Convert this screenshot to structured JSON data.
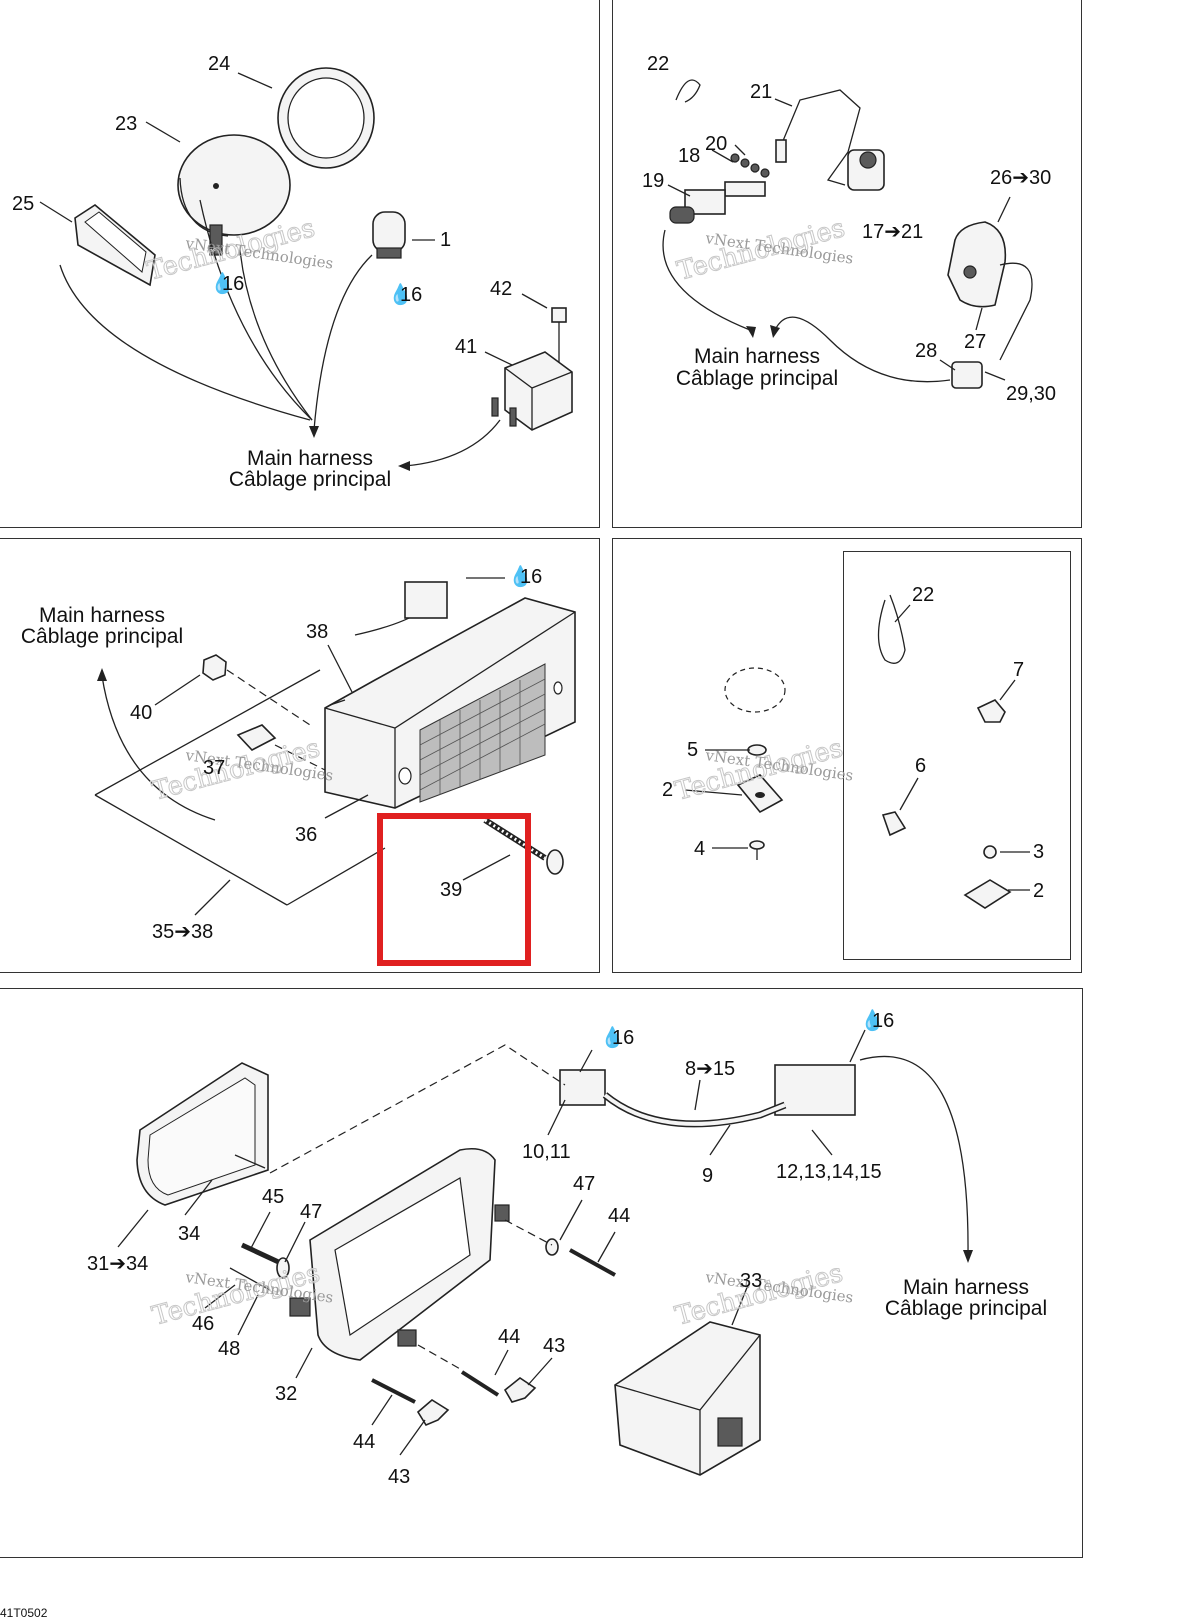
{
  "footer_code": "41T0502",
  "harness_en": "Main harness",
  "harness_fr": "Câblage principal",
  "watermark_1": "vNext Technologies",
  "watermark_2": "Technologies",
  "highlight_color": "#e02020",
  "panel1": {
    "labels": [
      "24",
      "23",
      "25",
      "1",
      "16",
      "16",
      "42",
      "41"
    ]
  },
  "panel2": {
    "labels": [
      "22",
      "21",
      "20",
      "18",
      "19",
      "26➔30",
      "17➔21",
      "27",
      "28",
      "29,30"
    ]
  },
  "panel3": {
    "labels": [
      "16",
      "38",
      "40",
      "37",
      "36",
      "39",
      "35➔38"
    ]
  },
  "panel4": {
    "labels": [
      "22",
      "7",
      "5",
      "2",
      "4",
      "6",
      "3",
      "2"
    ]
  },
  "panel5": {
    "labels": [
      "16",
      "16",
      "8➔15",
      "10,11",
      "9",
      "12,13,14,15",
      "34",
      "45",
      "47",
      "47",
      "44",
      "31➔34",
      "46",
      "48",
      "32",
      "44",
      "43",
      "44",
      "43",
      "33"
    ]
  }
}
